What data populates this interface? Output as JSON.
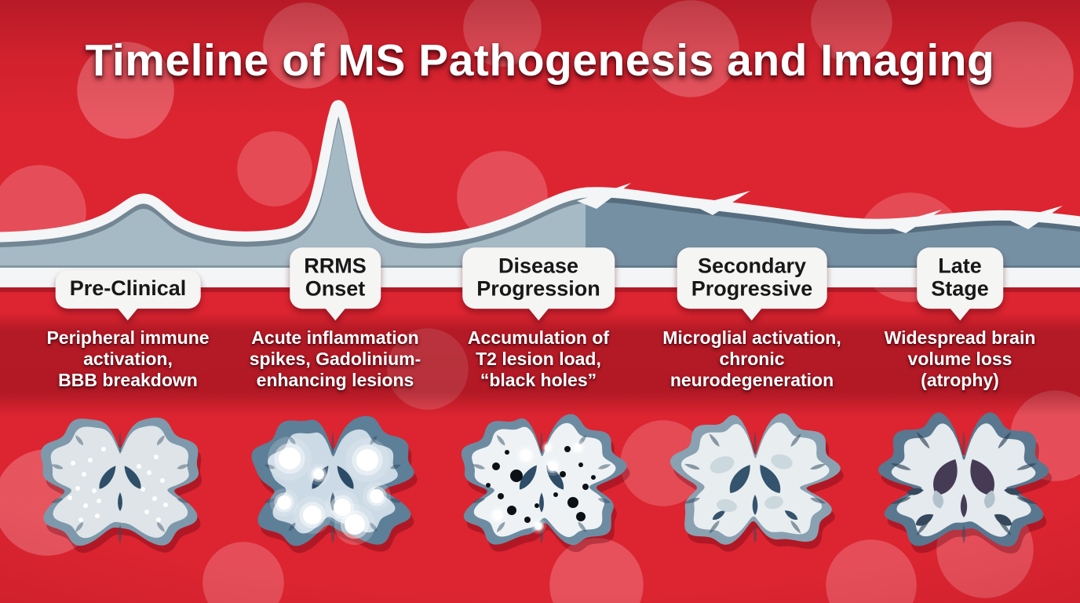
{
  "title": "Timeline of MS Pathogenesis and Imaging",
  "colors": {
    "background_red": "#DC2531",
    "curve_fill_early": "#A6BAC5",
    "curve_fill_late": "#7590A3",
    "paper_white": "#F3F5F6",
    "bubble_text": "#181818",
    "description_text": "#FFFFFF"
  },
  "stages": [
    {
      "label_line1": "Pre-Clinical",
      "label_line2": "",
      "desc_line1": "Peripheral immune",
      "desc_line2": "activation,",
      "desc_line3": "BBB breakdown",
      "brain_variant": "scattered-small-white-dots"
    },
    {
      "label_line1": "RRMS",
      "label_line2": "Onset",
      "desc_line1": "Acute inflammation",
      "desc_line2": "spikes, Gadolinium-",
      "desc_line3": "enhancing lesions",
      "brain_variant": "gadolinium-enhancing-lesions"
    },
    {
      "label_line1": "Disease",
      "label_line2": "Progression",
      "desc_line1": "Accumulation of",
      "desc_line2": "T2 lesion load,",
      "desc_line3": "“black holes”",
      "brain_variant": "t2-lesions-black-holes"
    },
    {
      "label_line1": "Secondary",
      "label_line2": "Progressive",
      "desc_line1": "Microglial activation,",
      "desc_line2": "chronic",
      "desc_line3": "neurodegeneration",
      "brain_variant": "mild-atrophy-enlarged-ventricles"
    },
    {
      "label_line1": "Late",
      "label_line2": "Stage",
      "desc_line1": "Widespread brain",
      "desc_line2": "volume loss",
      "desc_line3": "(atrophy)",
      "brain_variant": "severe-atrophy"
    }
  ]
}
